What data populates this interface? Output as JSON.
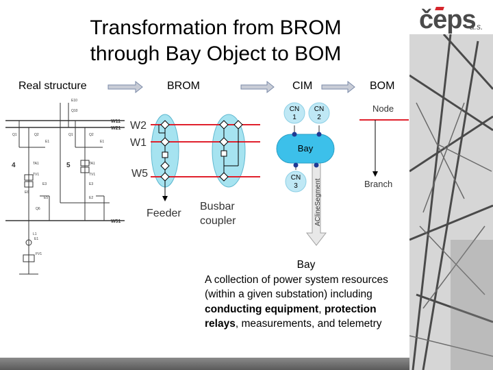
{
  "slide": {
    "title_line1": "Transformation from BROM",
    "title_line2": "through Bay Object to BOM"
  },
  "logo": {
    "text": "čeps",
    "suffix": "a.s."
  },
  "stages": {
    "real_structure": "Real structure",
    "brom": "BROM",
    "cim": "CIM",
    "bom": "BOM"
  },
  "schematic": {
    "busbars": [
      "W11",
      "W21",
      "W51"
    ],
    "bay_numbers": [
      "4",
      "5"
    ],
    "small_labels": [
      "E10",
      "Q10",
      "Q1",
      "Q2",
      "E1",
      "TA1",
      "TV1",
      "E3",
      "E6",
      "E5",
      "Q6",
      "Q1",
      "Q2",
      "E1",
      "TA1",
      "TV1",
      "E3",
      "E2",
      "L1",
      "E1",
      "FV1"
    ]
  },
  "brom": {
    "busbar_labels": [
      "W2",
      "W1",
      "W5"
    ],
    "feeder_label": "Feeder",
    "coupler_label_line1": "Busbar",
    "coupler_label_line2": "coupler"
  },
  "cim": {
    "cn1_line1": "CN",
    "cn1_line2": "1",
    "cn2_line1": "CN",
    "cn2_line2": "2",
    "cn3_line1": "CN",
    "cn3_line2": "3",
    "bay_label": "Bay",
    "segment_label": "AClineSegment"
  },
  "bom": {
    "node_label": "Node",
    "branch_label": "Branch"
  },
  "caption": {
    "title": "Bay",
    "text_1": "A collection of power system resources (within a given substation) including ",
    "bold_1": "conducting equipment",
    "text_2": ", ",
    "bold_2": "protection relays",
    "text_3": ", measurements, and telemetry"
  },
  "colors": {
    "busbar_red": "#e0202c",
    "ellipse_fill": "#a6e3f0",
    "cim_bubble": "#bfe8f5",
    "bay_fill": "#3cc0ea",
    "node_dot": "#1f3a93",
    "logo_red": "#d6262c",
    "arrow_gray": "#a0a0a0"
  }
}
